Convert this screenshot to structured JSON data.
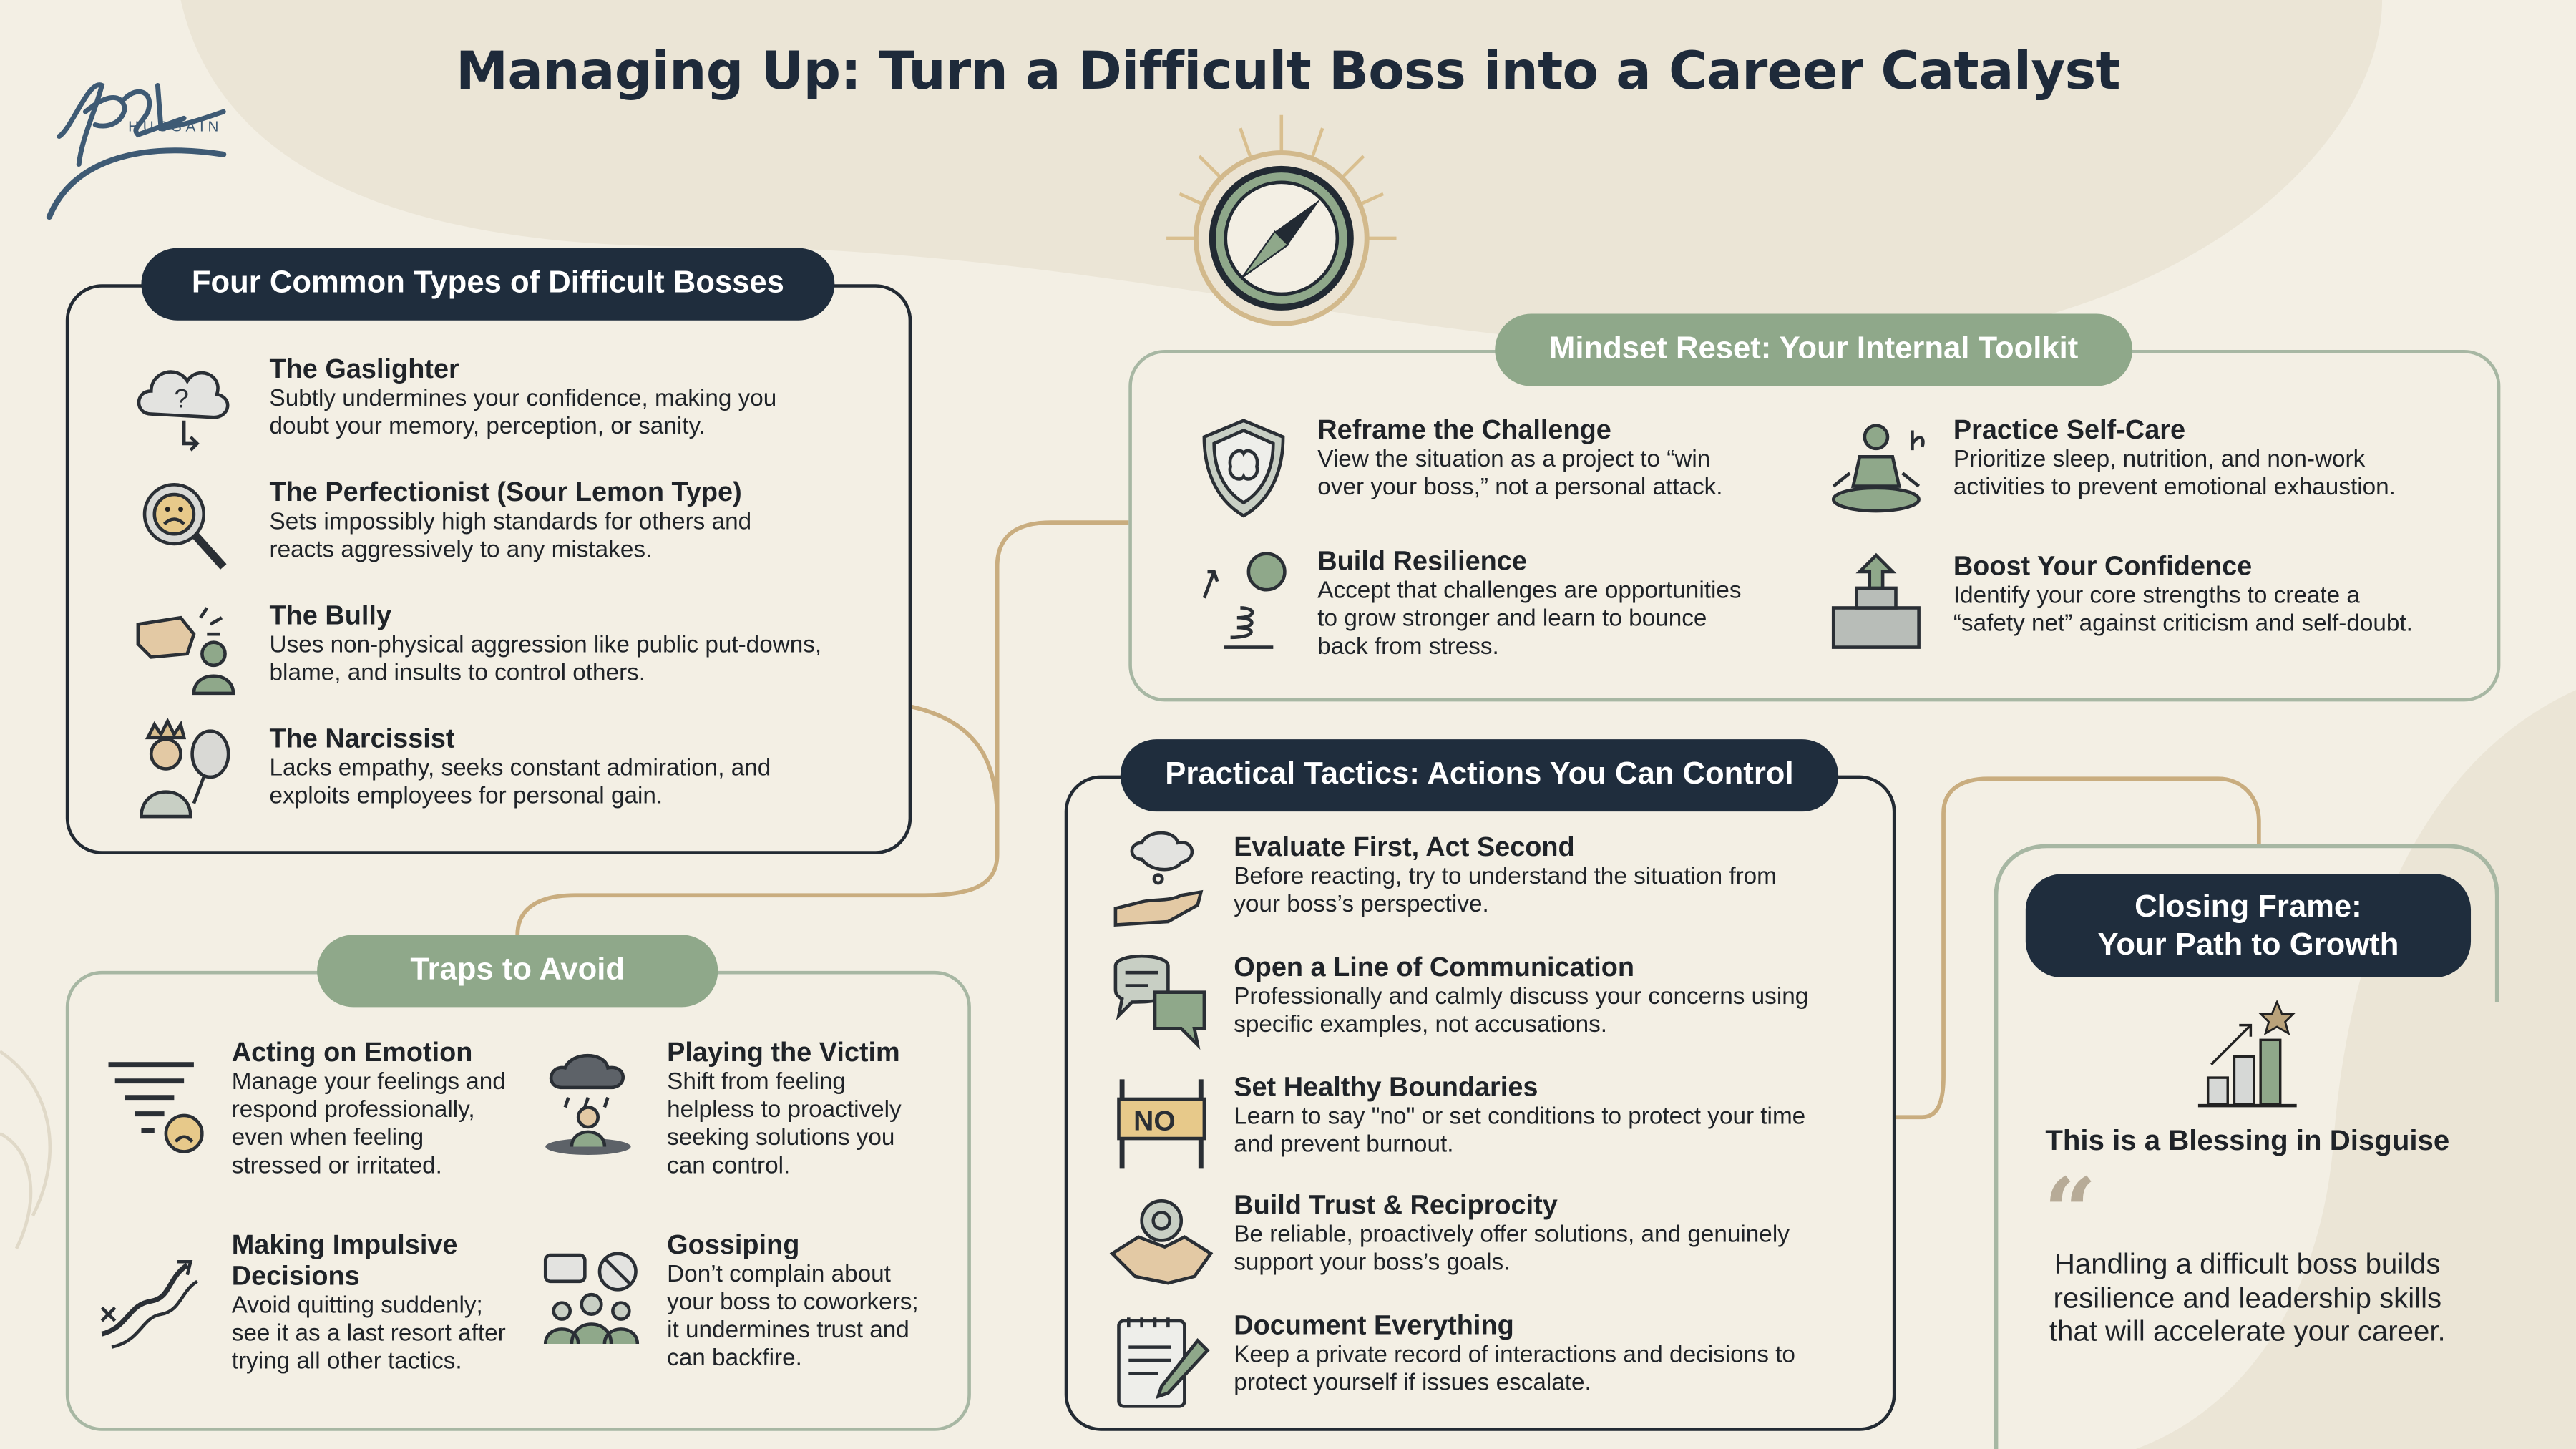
{
  "title": "Managing Up: Turn a Difficult Boss into a Career Catalyst",
  "logo": {
    "text": "IQBAL",
    "subtext": "HUSSAIN"
  },
  "colors": {
    "dark": "#1f2d3d",
    "green": "#8fa88a",
    "tan": "#c9ad7f",
    "background": "#f3efe4"
  },
  "bosses": {
    "header": "Four Common Types of Difficult Bosses",
    "items": [
      {
        "title": "The Gaslighter",
        "desc": [
          "Subtly undermines your confidence, making you",
          "doubt your memory, perception, or sanity."
        ],
        "icon": "cloud-question-icon"
      },
      {
        "title": "The Perfectionist (Sour Lemon Type)",
        "desc": [
          "Sets impossibly high standards for others and",
          "reacts aggressively to any mistakes."
        ],
        "icon": "magnifier-frown-icon"
      },
      {
        "title": "The Bully",
        "desc": [
          "Uses non-physical aggression like public put-downs,",
          "blame, and insults to control others."
        ],
        "icon": "fist-person-icon"
      },
      {
        "title": "The Narcissist",
        "desc": [
          "Lacks empathy, seeks constant admiration, and",
          "exploits employees for personal gain."
        ],
        "icon": "crowned-mirror-icon"
      }
    ]
  },
  "traps": {
    "header": "Traps to Avoid",
    "items": [
      {
        "title": [
          "Acting on Emotion"
        ],
        "desc": [
          "Manage your feelings and",
          "respond professionally,",
          "even when feeling",
          "stressed or irritated."
        ],
        "icon": "tornado-icon"
      },
      {
        "title": [
          "Playing the Victim"
        ],
        "desc": [
          "Shift from feeling",
          "helpless to proactively",
          "seeking solutions you",
          "can control."
        ],
        "icon": "rain-cloud-person-icon"
      },
      {
        "title": [
          "Making Impulsive",
          "Decisions"
        ],
        "desc": [
          "Avoid quitting suddenly;",
          "see it as a last resort after",
          "trying all other tactics."
        ],
        "icon": "winding-road-icon"
      },
      {
        "title": [
          "Gossiping"
        ],
        "desc": [
          "Don’t complain about",
          "your boss to coworkers;",
          "it undermines trust and",
          "can backfire."
        ],
        "icon": "no-chat-group-icon"
      }
    ]
  },
  "mindset": {
    "header": "Mindset Reset: Your Internal Toolkit",
    "items": [
      {
        "title": "Reframe the Challenge",
        "desc": [
          "View the situation as a project to “win",
          "over your boss,” not a personal attack."
        ],
        "icon": "shield-brain-icon"
      },
      {
        "title": "Practice Self-Care",
        "desc": [
          "Prioritize sleep, nutrition, and non-work",
          "activities to prevent emotional exhaustion."
        ],
        "icon": "meditation-icon"
      },
      {
        "title": "Build Resilience",
        "desc": [
          "Accept that challenges are opportunities",
          "to grow stronger and learn to bounce",
          "back from stress."
        ],
        "icon": "spring-ball-icon"
      },
      {
        "title": "Boost Your Confidence",
        "desc": [
          "Identify your core strengths to create a",
          "“safety net” against criticism and self-doubt."
        ],
        "icon": "podium-arrow-icon"
      }
    ]
  },
  "tactics": {
    "header": "Practical Tactics: Actions You Can Control",
    "items": [
      {
        "title": "Evaluate First, Act Second",
        "desc": [
          "Before reacting, try to understand the situation from",
          "your boss’s perspective."
        ],
        "icon": "hand-thought-icon"
      },
      {
        "title": "Open a Line of Communication",
        "desc": [
          "Professionally and calmly discuss your concerns using",
          "specific examples, not accusations."
        ],
        "icon": "chat-bubbles-icon"
      },
      {
        "title": "Set Healthy Boundaries",
        "desc": [
          "Learn to say \"no\" or set conditions to protect your time",
          "and prevent burnout."
        ],
        "icon": "no-sign-icon",
        "sign": "NO"
      },
      {
        "title": "Build Trust & Reciprocity",
        "desc": [
          "Be reliable, proactively offer solutions, and genuinely",
          "support your boss’s goals."
        ],
        "icon": "handshake-gear-icon"
      },
      {
        "title": "Document Everything",
        "desc": [
          "Keep a private record of interactions and decisions to",
          "protect yourself if issues escalate."
        ],
        "icon": "notepad-pen-icon"
      }
    ]
  },
  "closing": {
    "header": [
      "Closing Frame:",
      "Your Path to Growth"
    ],
    "subtitle": "This is a Blessing in Disguise",
    "quote_mark": "“",
    "quote": [
      "Handling a difficult boss builds",
      "resilience and leadership skills",
      "that will accelerate your career."
    ],
    "icon": "growth-chart-star-icon"
  }
}
